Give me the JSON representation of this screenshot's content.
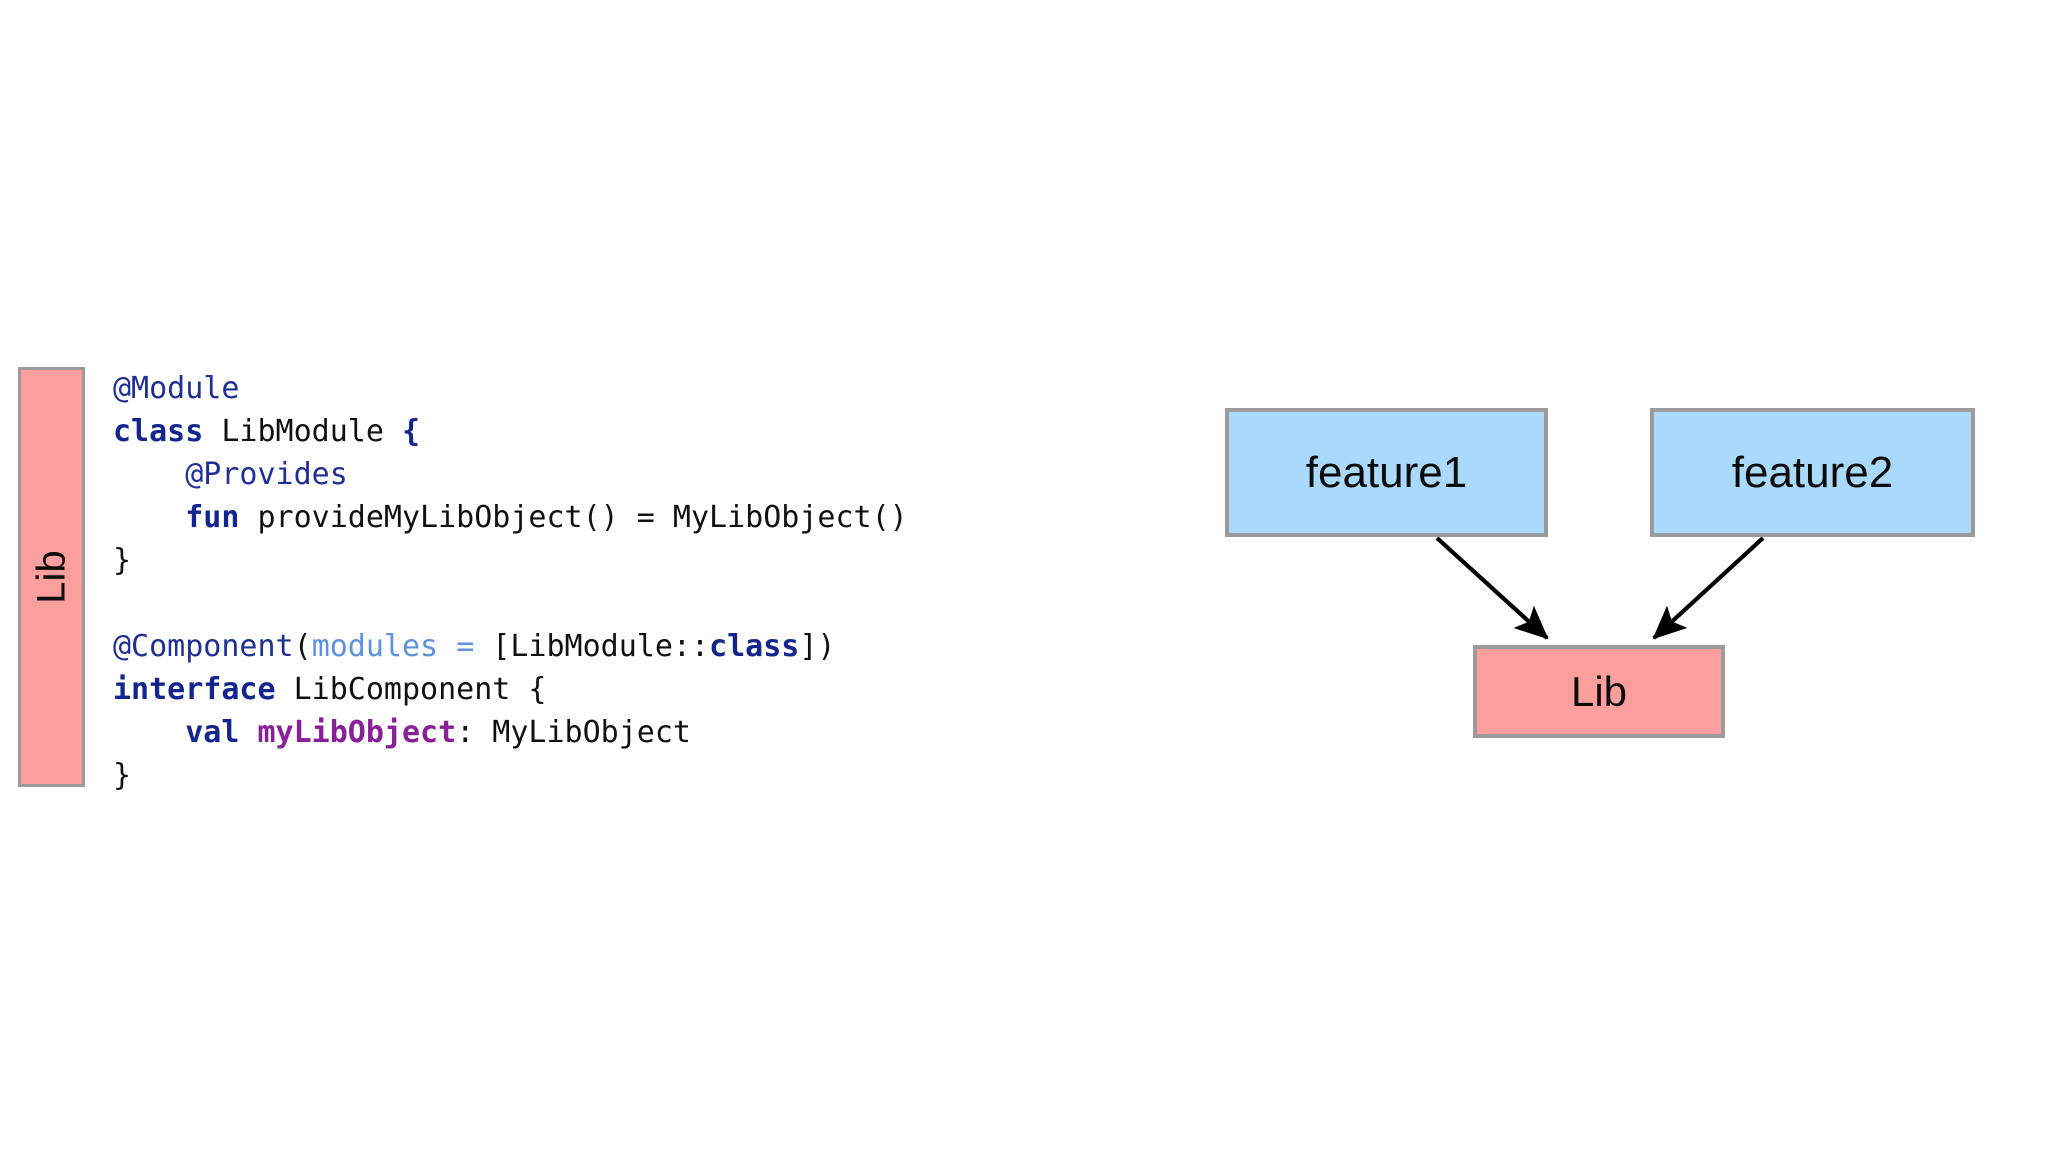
{
  "slide": {
    "background_color": "#ffffff"
  },
  "module_bar": {
    "label": "Lib",
    "fill_color": "#fb9e9e",
    "border_color": "#9b9b9b",
    "orientation": "vertical-bottom-to-top"
  },
  "code": {
    "language": "kotlin",
    "lines": [
      {
        "id": "l1",
        "tokens": [
          {
            "t": "@Module",
            "c": "ann"
          }
        ]
      },
      {
        "id": "l2",
        "tokens": [
          {
            "t": "class",
            "c": "kw"
          },
          {
            "t": " LibModule ",
            "c": "plain"
          },
          {
            "t": "{",
            "c": "kw"
          }
        ]
      },
      {
        "id": "l3",
        "tokens": [
          {
            "t": "    ",
            "c": "plain"
          },
          {
            "t": "@Provides",
            "c": "ann"
          }
        ]
      },
      {
        "id": "l4",
        "tokens": [
          {
            "t": "    ",
            "c": "plain"
          },
          {
            "t": "fun",
            "c": "kw"
          },
          {
            "t": " provideMyLibObject() = MyLibObject()",
            "c": "plain"
          }
        ]
      },
      {
        "id": "l5",
        "tokens": [
          {
            "t": "}",
            "c": "plain"
          }
        ]
      },
      {
        "id": "l6",
        "tokens": [
          {
            "t": "",
            "c": "plain"
          }
        ]
      },
      {
        "id": "l7",
        "tokens": [
          {
            "t": "@Component",
            "c": "ann"
          },
          {
            "t": "(",
            "c": "plain"
          },
          {
            "t": "modules",
            "c": "param"
          },
          {
            "t": " ",
            "c": "plain"
          },
          {
            "t": "=",
            "c": "eq"
          },
          {
            "t": " [LibModule::",
            "c": "plain"
          },
          {
            "t": "class",
            "c": "kw"
          },
          {
            "t": "])",
            "c": "plain"
          }
        ]
      },
      {
        "id": "l8",
        "tokens": [
          {
            "t": "interface",
            "c": "kw"
          },
          {
            "t": " LibComponent {",
            "c": "plain"
          }
        ]
      },
      {
        "id": "l9",
        "tokens": [
          {
            "t": "    ",
            "c": "plain"
          },
          {
            "t": "val",
            "c": "kw"
          },
          {
            "t": " ",
            "c": "plain"
          },
          {
            "t": "myLibObject",
            "c": "prop"
          },
          {
            "t": ": MyLibObject",
            "c": "plain"
          }
        ]
      },
      {
        "id": "l10",
        "tokens": [
          {
            "t": "}",
            "c": "plain"
          }
        ]
      }
    ],
    "colors": {
      "annotation": "#1f2f96",
      "keyword": "#13268f",
      "parameter": "#5b93e0",
      "property": "#8a1f9a",
      "plain": "#111111"
    }
  },
  "diagram": {
    "type": "dependency-graph",
    "nodes": [
      {
        "id": "feature1",
        "label": "feature1",
        "fill": "#a9d9fb",
        "border": "#9b9b9b"
      },
      {
        "id": "feature2",
        "label": "feature2",
        "fill": "#a9d9fb",
        "border": "#9b9b9b"
      },
      {
        "id": "lib",
        "label": "Lib",
        "fill": "#fb9e9e",
        "border": "#9b9b9b"
      }
    ],
    "edges": [
      {
        "from": "feature1",
        "to": "lib",
        "arrow": "filled-triangle",
        "color": "#000000"
      },
      {
        "from": "feature2",
        "to": "lib",
        "arrow": "filled-triangle",
        "color": "#000000"
      }
    ]
  }
}
